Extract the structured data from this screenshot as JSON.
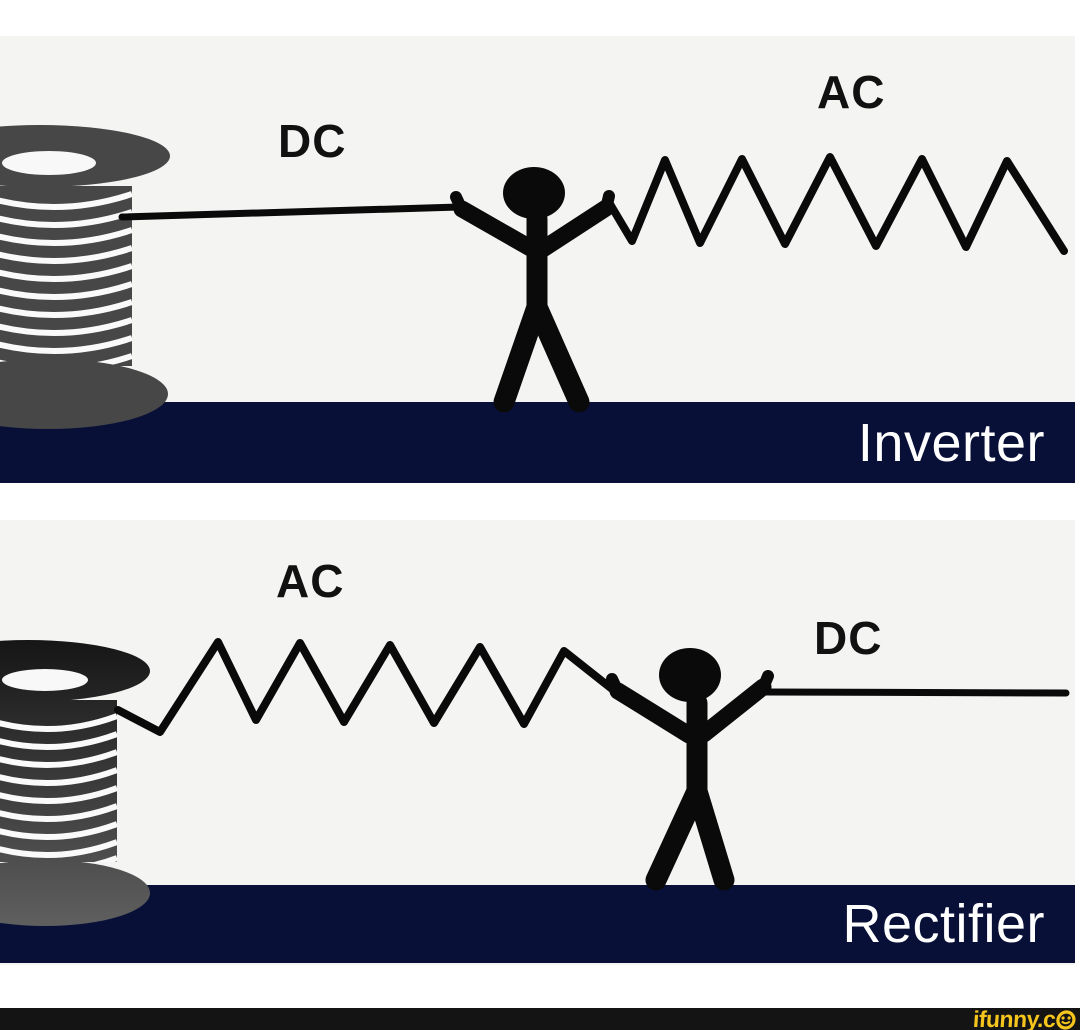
{
  "meme": {
    "top_panel": {
      "input_label": "DC",
      "output_label": "AC",
      "caption": "Inverter"
    },
    "bottom_panel": {
      "input_label": "AC",
      "output_label": "DC",
      "caption": "Rectifier"
    }
  },
  "footer": {
    "brand": "ifunny.c"
  },
  "colors": {
    "navy_bar": "#081038",
    "panel_bg": "#f4f4f2",
    "spool_gray": "#474747",
    "spool_dark_top": "#161616",
    "spool_dark_bottom": "#606060",
    "ink": "#0a0a0a",
    "brand_yellow": "#f5c51d",
    "footer_black": "#141414"
  }
}
